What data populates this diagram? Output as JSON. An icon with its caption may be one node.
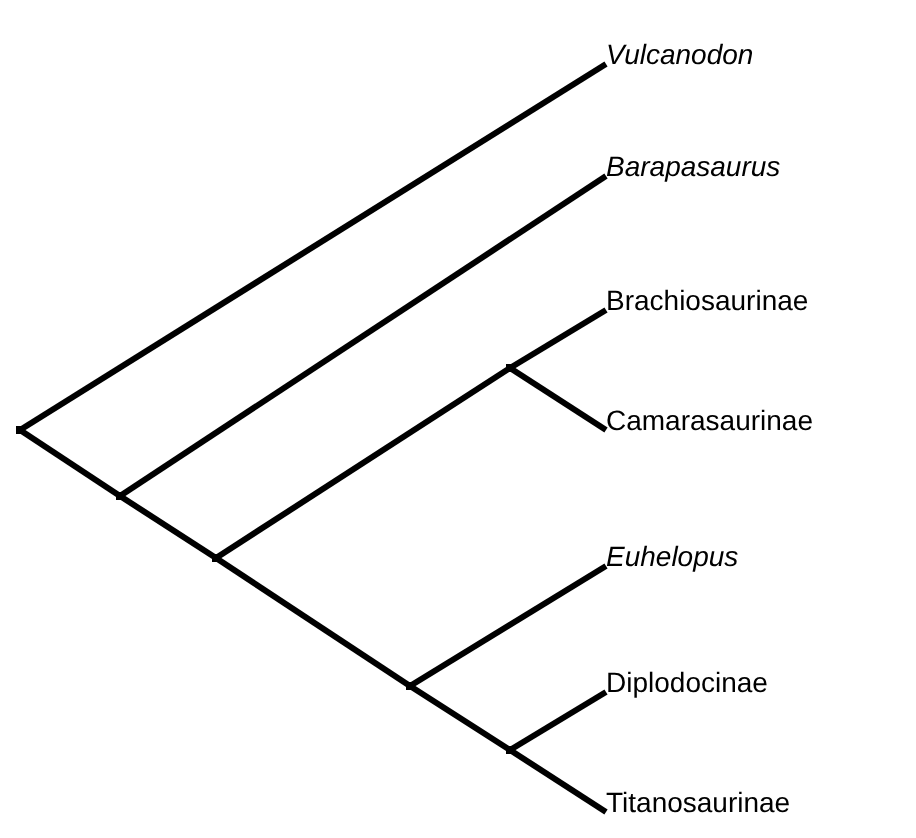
{
  "diagram": {
    "nodes": [
      {
        "text": [
          "Vulcanodon"
        ]
      },
      {
        "text": [
          "Barapasaurus"
        ]
      },
      {
        "text": [
          "Brachiosaurinae"
        ]
      },
      {
        "text": [
          "Camarasaurinae"
        ]
      },
      {
        "text": [
          "Euhelopus"
        ]
      },
      {
        "text": [
          "Diplodocinae"
        ]
      },
      {
        "text": [
          "Titanosaurinae"
        ]
      },
      {
        "text": [],
        "shape": "point"
      },
      {
        "text": [],
        "shape": "point"
      },
      {
        "text": [],
        "shape": "point"
      },
      {
        "text": [],
        "shape": "point"
      },
      {
        "text": [],
        "shape": "point"
      },
      {
        "text": [],
        "shape": "point"
      }
    ],
    "edges": [
      {
        "from": 7,
        "to": 0,
        "arrow": "none"
      },
      {
        "from": 7,
        "to": 8,
        "arrow": "none"
      },
      {
        "from": 8,
        "to": 1,
        "arrow": "none"
      },
      {
        "from": 8,
        "to": 9,
        "arrow": "none"
      },
      {
        "from": 9,
        "to": 10,
        "arrow": "none"
      },
      {
        "from": 10,
        "to": 2,
        "arrow": "none"
      },
      {
        "from": 10,
        "to": 3,
        "arrow": "none"
      },
      {
        "from": 9,
        "to": 11,
        "arrow": "none"
      },
      {
        "from": 11,
        "to": 4,
        "arrow": "none"
      },
      {
        "from": 11,
        "to": 12,
        "arrow": "none"
      },
      {
        "from": 12,
        "to": 5,
        "arrow": "none"
      },
      {
        "from": 12,
        "to": 6,
        "arrow": "none"
      }
    ]
  }
}
